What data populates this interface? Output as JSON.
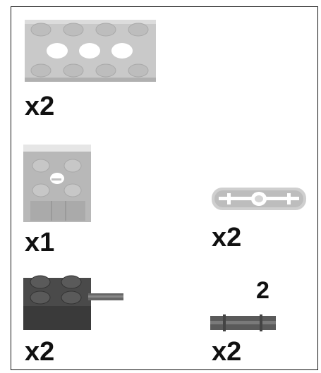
{
  "parts": [
    {
      "name": "technic-plate-2x4",
      "quantity": "x2",
      "color": "#c9c9c9"
    },
    {
      "name": "technic-brick-2x2-pin-hole",
      "quantity": "x1",
      "color": "#b8b8b8"
    },
    {
      "name": "technic-beam-3",
      "quantity": "x2",
      "color": "#cfcfcf"
    },
    {
      "name": "brick-2x2-with-axle",
      "quantity": "x2",
      "color": "#4a4a4a"
    },
    {
      "name": "axle-2",
      "quantity": "x2",
      "length": "2",
      "color": "#555555"
    }
  ]
}
